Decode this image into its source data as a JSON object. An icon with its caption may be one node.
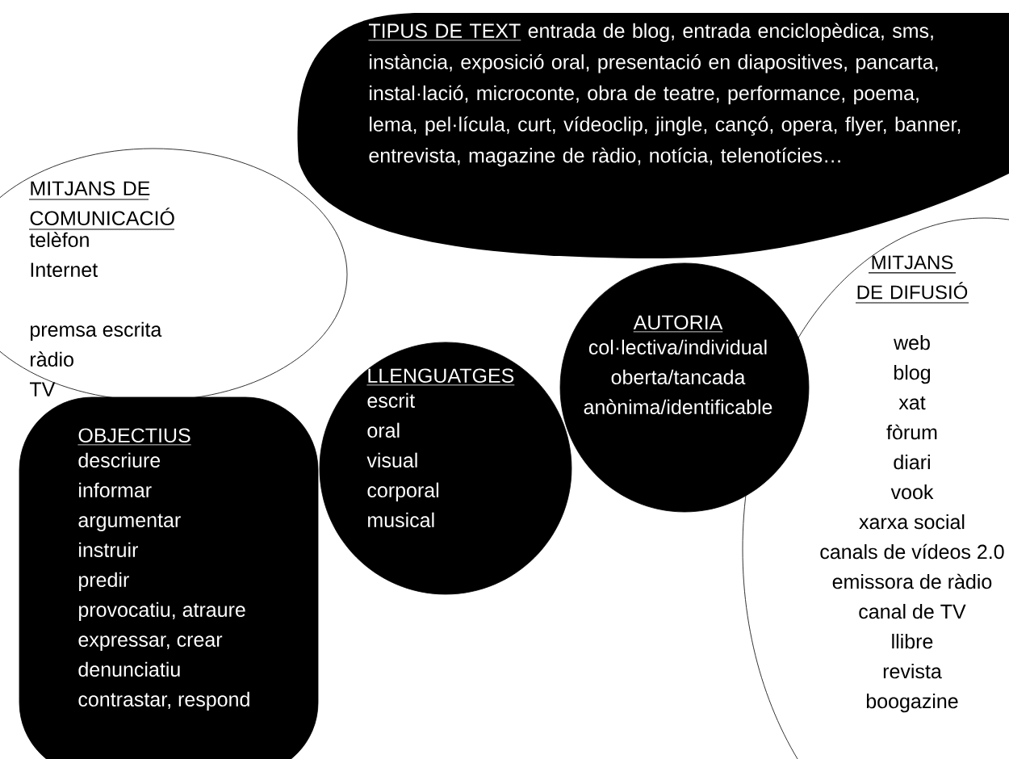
{
  "diagram": {
    "nodes": [
      {
        "text": [
          "TIPUS DE TEXT",
          "entrada de blog, entrada enciclopèdica, sms, instància, exposició oral, presentació en diapositives, pancarta, instal·lació, microconte, obra de teatre, performance, poema, lema, pel·lícula, curt, vídeoclip, jingle, cançó, opera, flyer, banner, entrevista, magazine de ràdio, notícia, telenotícies…"
        ]
      },
      {
        "text": [
          "MITJANS DE COMUNICACIÓ",
          "telèfon",
          "Internet",
          "premsa escrita",
          "ràdio",
          "TV"
        ]
      },
      {
        "text": [
          "AUTORIA",
          "col·lectiva/individual",
          "oberta/tancada",
          "anònima/identificable"
        ]
      },
      {
        "text": [
          "MITJANS DE DIFUSIÓ",
          "web",
          "blog",
          "xat",
          "fòrum",
          "diari",
          "vook",
          "xarxa social",
          "canals de vídeos 2.0",
          "emissora de ràdio",
          "canal de TV",
          "llibre",
          "revista",
          "boogazine"
        ]
      },
      {
        "text": [
          "LLENGUATGES",
          "escrit",
          "oral",
          "visual",
          "corporal",
          "musical"
        ]
      },
      {
        "text": [
          "OBJECTIUS",
          "descriure",
          "informar",
          "argumentar",
          "instruir",
          "predir",
          "provocatiu, atraure",
          "expressar, crear",
          "denunciatiu",
          "contrastar, respond"
        ]
      }
    ]
  }
}
